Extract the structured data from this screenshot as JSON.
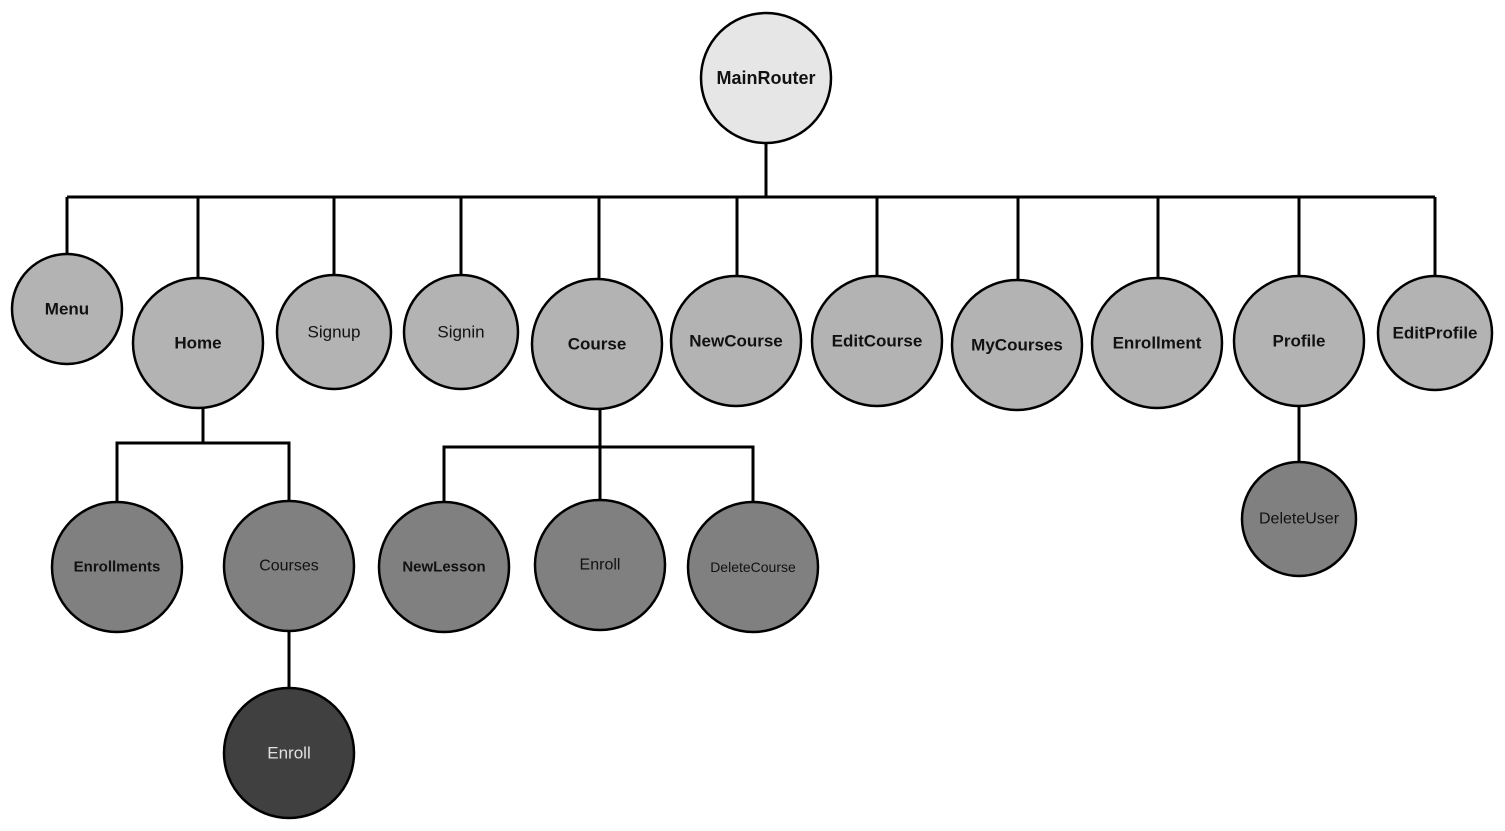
{
  "diagram": {
    "type": "tree",
    "colors": {
      "root": "#e6e6e6",
      "level1": "#b3b3b3",
      "level2": "#808080",
      "level3": "#404040",
      "stroke": "#000000"
    },
    "nodes": [
      {
        "id": "mainrouter",
        "label": "MainRouter",
        "level": 0,
        "parent": null
      },
      {
        "id": "menu",
        "label": "Menu",
        "level": 1,
        "parent": "mainrouter"
      },
      {
        "id": "home",
        "label": "Home",
        "level": 1,
        "parent": "mainrouter"
      },
      {
        "id": "signup",
        "label": "Signup",
        "level": 1,
        "parent": "mainrouter"
      },
      {
        "id": "signin",
        "label": "Signin",
        "level": 1,
        "parent": "mainrouter"
      },
      {
        "id": "course",
        "label": "Course",
        "level": 1,
        "parent": "mainrouter"
      },
      {
        "id": "newcourse",
        "label": "NewCourse",
        "level": 1,
        "parent": "mainrouter"
      },
      {
        "id": "editcourse",
        "label": "EditCourse",
        "level": 1,
        "parent": "mainrouter"
      },
      {
        "id": "mycourses",
        "label": "MyCourses",
        "level": 1,
        "parent": "mainrouter"
      },
      {
        "id": "enrollment",
        "label": "Enrollment",
        "level": 1,
        "parent": "mainrouter"
      },
      {
        "id": "profile",
        "label": "Profile",
        "level": 1,
        "parent": "mainrouter"
      },
      {
        "id": "editprofile",
        "label": "EditProfile",
        "level": 1,
        "parent": "mainrouter"
      },
      {
        "id": "enrollments",
        "label": "Enrollments",
        "level": 2,
        "parent": "home"
      },
      {
        "id": "courses",
        "label": "Courses",
        "level": 2,
        "parent": "home"
      },
      {
        "id": "newlesson",
        "label": "NewLesson",
        "level": 2,
        "parent": "course"
      },
      {
        "id": "enroll",
        "label": "Enroll",
        "level": 2,
        "parent": "course"
      },
      {
        "id": "deletecourse",
        "label": "DeleteCourse",
        "level": 2,
        "parent": "course"
      },
      {
        "id": "deleteuser",
        "label": "DeleteUser",
        "level": 2,
        "parent": "profile"
      },
      {
        "id": "courses-enroll",
        "label": "Enroll",
        "level": 3,
        "parent": "courses"
      }
    ]
  }
}
